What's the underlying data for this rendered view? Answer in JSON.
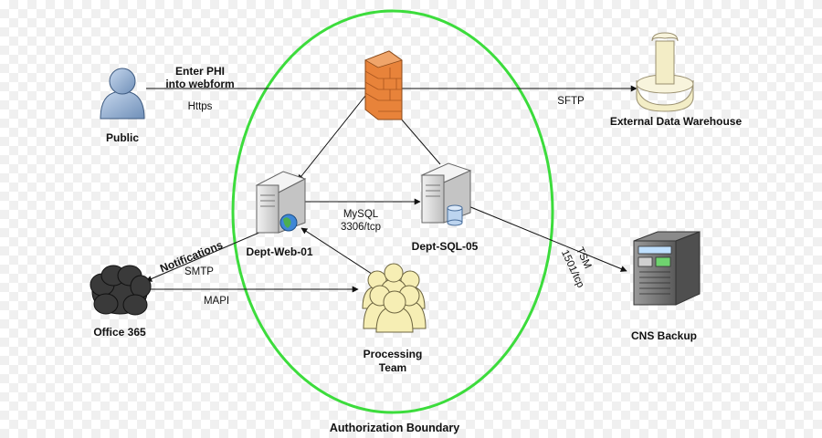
{
  "title": "Authorization Boundary",
  "colors": {
    "boundary": "#3cdc3c",
    "firewall": "#e8833a",
    "server": "#d9d9d9",
    "person": "#9ab4d6",
    "team": "#f6eeb4",
    "cloud": "#3a3a3a",
    "backup": "#6d6d6d",
    "warehouse": "#f3edc6"
  },
  "nodes": {
    "public": {
      "label": "Public",
      "icon": "user-icon"
    },
    "firewall": {
      "icon": "firewall-icon"
    },
    "warehouse": {
      "label": "External Data Warehouse",
      "icon": "database-column-icon"
    },
    "web": {
      "label": "Dept-Web-01",
      "icon": "web-server-icon"
    },
    "sql": {
      "label": "Dept-SQL-05",
      "icon": "database-server-icon"
    },
    "office": {
      "label": "Office 365",
      "icon": "cloud-icon"
    },
    "team": {
      "label_line1": "Processing",
      "label_line2": "Team",
      "icon": "group-icon"
    },
    "backup": {
      "label": "CNS Backup",
      "icon": "backup-server-icon"
    }
  },
  "edges": {
    "phi": {
      "line1": "Enter PHI",
      "line2": "into webform"
    },
    "https": "Https",
    "sftp": "SFTP",
    "mysql": {
      "line1": "MySQL",
      "line2": "3306/tcp"
    },
    "notifications": "Notifications",
    "smtp": "SMTP",
    "mapi": "MAPI",
    "tsm": {
      "line1": "TSM",
      "line2": "1501/tcp"
    }
  }
}
